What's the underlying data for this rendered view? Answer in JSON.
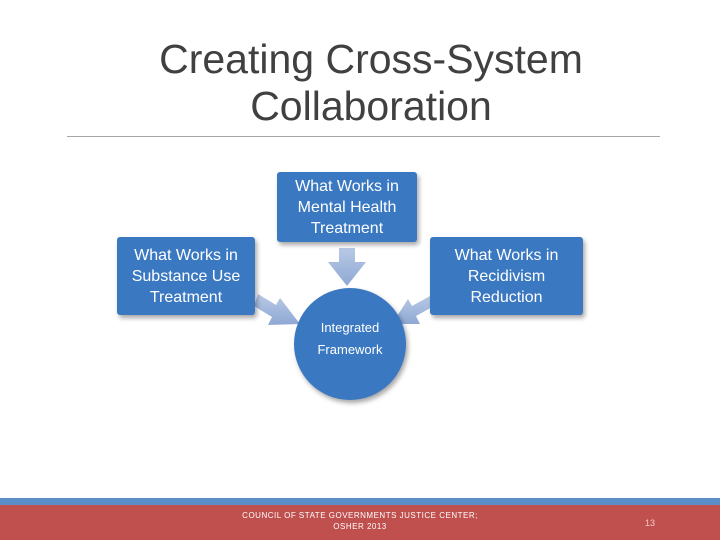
{
  "slide": {
    "title_line1": "Creating Cross-System",
    "title_line2": "Collaboration"
  },
  "diagram": {
    "mental_health": [
      "What Works in",
      "Mental Health",
      "Treatment"
    ],
    "substance_use": [
      "What Works in",
      "Substance Use",
      "Treatment"
    ],
    "recidivism": [
      "What Works in",
      "Recidivism",
      "Reduction"
    ],
    "center": [
      "Integrated",
      "Framework"
    ]
  },
  "footer": {
    "line1": "COUNCIL OF STATE GOVERNMENTS JUSTICE CENTER;",
    "line2": "OSHER 2013",
    "page_number": "13"
  },
  "colors": {
    "shape_fill": "#3a78c2",
    "arrow_fill": "#9db3d9",
    "footer_band": "#c0504d",
    "footer_accent": "#5b8fc7"
  }
}
